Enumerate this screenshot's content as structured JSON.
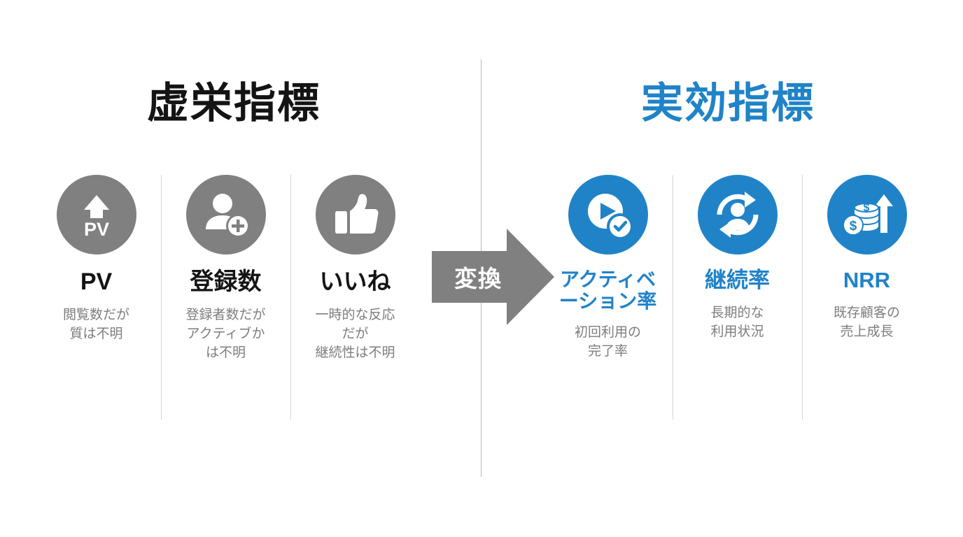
{
  "slide": {
    "left_title": "虚栄指標",
    "right_title": "実効指標",
    "arrow_label": "変換"
  },
  "colors": {
    "vanity_accent": "#141414",
    "actionable_accent": "#2083c8",
    "gray_circle": "#808080",
    "blue_circle": "#2083c8",
    "caption_text": "#7d7d7d",
    "arrow_fill": "#808080",
    "divider": "#d6d6d6",
    "center_divider": "#b9b9b9",
    "background": "#ffffff"
  },
  "vanity_metrics": [
    {
      "icon": "pv-arrow-icon",
      "label": "PV",
      "caption": "閲覧数だが\n質は不明"
    },
    {
      "icon": "user-add-icon",
      "label": "登録数",
      "caption": "登録者数だが\nアクティブか\nは不明"
    },
    {
      "icon": "thumbs-up-icon",
      "label": "いいね",
      "caption": "一時的な反応\nだが\n継続性は不明"
    }
  ],
  "actionable_metrics": [
    {
      "icon": "play-check-icon",
      "label": "アクティベ\nーション率",
      "caption": "初回利用の\n完了率"
    },
    {
      "icon": "user-refresh-icon",
      "label": "継続率",
      "caption": "長期的な\n利用状況"
    },
    {
      "icon": "coins-growth-icon",
      "label": "NRR",
      "caption": "既存顧客の\n売上成長"
    }
  ]
}
